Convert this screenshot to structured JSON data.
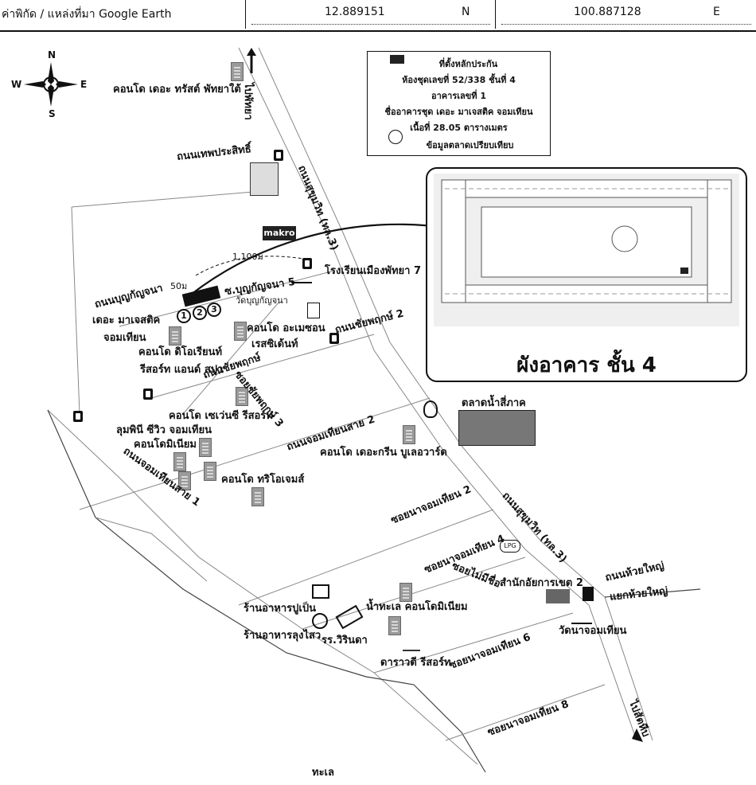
{
  "header": {
    "title": "ค่าพิกัด / แหล่งที่มา Google Earth",
    "latitude": "12.889151",
    "lat_dir": "N",
    "longitude": "100.887128",
    "lon_dir": "E"
  },
  "compass": {
    "n": "N",
    "s": "S",
    "e": "E",
    "w": "W"
  },
  "legend": {
    "line1": "ที่ตั้งหลักประกัน",
    "line2": "ห้องชุดเลขที่ 52/338 ชั้นที่ 4",
    "line3": "อาคารเลขที่ 1",
    "line4": "ชื่ออาคารชุด เดอะ มาเจสติค จอมเทียน",
    "line5": "เนื้อที่ 28.05 ตารางเมตร",
    "circle_note": "ข้อมูลตลาดเปรียบเทียบ"
  },
  "inset": {
    "title": "ผังอาคาร ชั้น 4"
  },
  "markers": [
    "1",
    "2",
    "3"
  ],
  "labels": {
    "to_pattaya": "ไปพัทยา",
    "condo_trust": "คอนโด เดอะ ทรัสต์ พัทยาใต้",
    "thep_prasit": "ถนนเทพประสิทธิ์",
    "sukhumvit_top": "ถนนสุขุมวิท (ทล.3)",
    "makro": "makro",
    "distance": "1,100ม",
    "school": "โรงเรียนเมืองพัทยา 7",
    "boonkanjana_rd": "ถนนบุญกัญจนา",
    "dist_50": "50ม",
    "soi_boonkanjana": "ซ.บุญกัญจนา 5",
    "wat_boonkanjana": "วัดบุญกัญจนา",
    "the_majestic": "เดอะ มาเจสติค",
    "jomtien": "จอมเทียน",
    "condo_amazon": "คอนโด อะเมซอน",
    "residence": "เรสซิเด้นท์",
    "chaiyapruek2": "ถนนชัยพฤกษ์ 2",
    "condo_dior": "คอนโด ดิโอเรียนท์",
    "resort_spa": "รีสอร์ท แอนด์ สปา",
    "chaiyapruek_rd": "ถนนชัยพฤกษ์",
    "soi_chaiyapruek3": "ซอยชัยพฤกษ์ 3",
    "condo_seven_seas": "คอนโด เซเว่นซี รีสอร์ท",
    "market": "ตลาดน้ำสี่ภาค",
    "jomtien_sai2": "ถนนจอมเทียนสาย 2",
    "lumpini": "ลุมพินี ซีวิว จอมเทียน",
    "condo_minium": "คอนโดมิเนียม",
    "greenview": "คอนโด เดอะกรีน บูเลอวาร์ด",
    "jomtien_sai1": "ถนนจอมเทียนสาย 1",
    "condo_trio": "คอนโด ทริโอเจมส์",
    "soi_na2": "ซอยนาจอมเทียน 2",
    "sukhumvit_bottom": "ถนนสุขุมวิท (ทล.3)",
    "soi_na4": "ซอยนาจอมเทียน 4",
    "soi_no_name": "ซอยไม่มีชื่อ",
    "district_office": "สำนักอัยการเขต 2",
    "huai_yai_rd": "ถนนห้วยใหญ่",
    "huai_yai_junction": "แยกห้วยใหญ่",
    "restaurant1": "ร้านอาหารปูเป็น",
    "restaurant2": "ร้านอาหารลุงไสว",
    "namthale": "น้ำทะเล คอนโดมิเนียม",
    "wat_na_jomtien": "วัดนาจอมเทียน",
    "soi_na6": "ซอยนาจอมเทียน 6",
    "rs_vintage": "รร.วิรินดา",
    "dara_resort": "ดาราวดี รีสอร์ท",
    "soi_na8": "ซอยนาจอมเทียน 8",
    "to_sattahip": "ไปสัตหีบ",
    "sea": "ทะเล"
  }
}
